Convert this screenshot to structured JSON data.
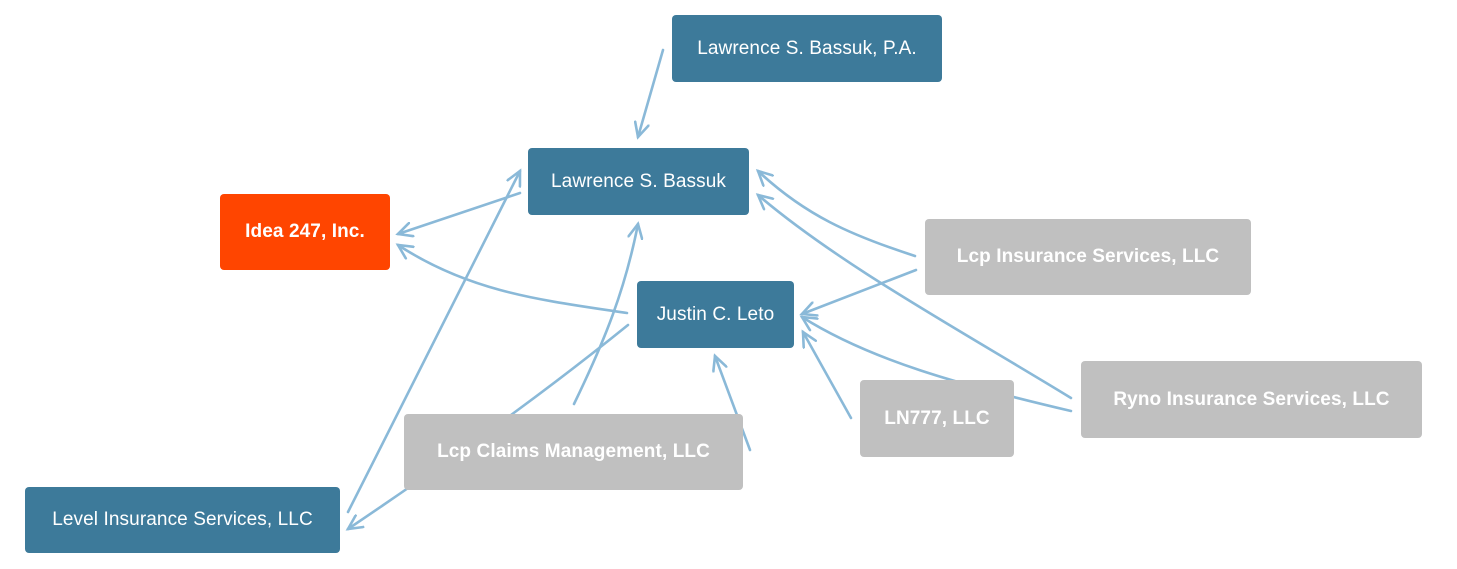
{
  "nodes": [
    {
      "id": "bassuk-pa",
      "label": "Lawrence S. Bassuk, P.A.",
      "kind": "company-primary"
    },
    {
      "id": "bassuk",
      "label": "Lawrence S. Bassuk",
      "kind": "person"
    },
    {
      "id": "idea247",
      "label": "Idea 247, Inc.",
      "kind": "highlight"
    },
    {
      "id": "leto",
      "label": "Justin C. Leto",
      "kind": "person"
    },
    {
      "id": "lcp-ins",
      "label": "Lcp Insurance Services, LLC",
      "kind": "inactive"
    },
    {
      "id": "ryno",
      "label": "Ryno Insurance Services, LLC",
      "kind": "inactive"
    },
    {
      "id": "ln777",
      "label": "LN777, LLC",
      "kind": "inactive"
    },
    {
      "id": "lcp-claims",
      "label": "Lcp Claims Management, LLC",
      "kind": "inactive"
    },
    {
      "id": "level",
      "label": "Level Insurance Services, LLC",
      "kind": "company-primary"
    }
  ],
  "edges": [
    {
      "from": "bassuk-pa",
      "to": "bassuk"
    },
    {
      "from": "bassuk",
      "to": "idea247"
    },
    {
      "from": "leto",
      "to": "idea247"
    },
    {
      "from": "lcp-ins",
      "to": "bassuk"
    },
    {
      "from": "lcp-ins",
      "to": "leto"
    },
    {
      "from": "ryno",
      "to": "bassuk"
    },
    {
      "from": "ryno",
      "to": "leto"
    },
    {
      "from": "ln777",
      "to": "leto"
    },
    {
      "from": "lcp-claims",
      "to": "bassuk"
    },
    {
      "from": "lcp-claims",
      "to": "leto"
    },
    {
      "from": "level",
      "to": "bassuk"
    },
    {
      "from": "leto",
      "to": "level"
    }
  ],
  "colors": {
    "person": "#3d7a9a",
    "highlight": "#ff4500",
    "inactive": "#c0c0c0",
    "edge": "#8ab9d8",
    "node_text": "#ffffff"
  }
}
